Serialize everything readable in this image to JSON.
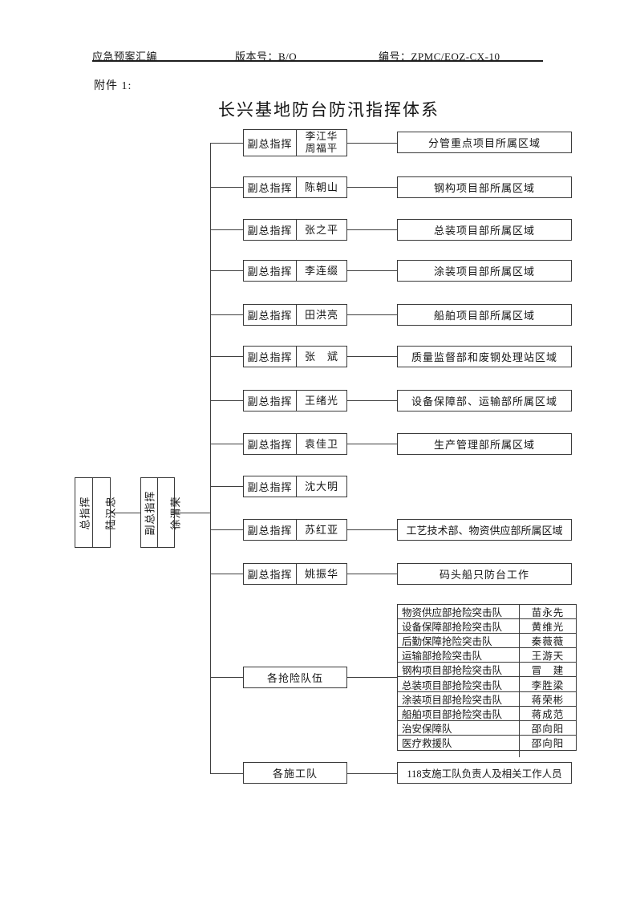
{
  "header": {
    "left": "应急预案汇编",
    "center": "版本号：B/O",
    "right": "编号：ZPMC/EOZ-CX-10"
  },
  "attachment_label": "附件 1:",
  "title": "长兴基地防台防汛指挥体系",
  "leaders": {
    "chief_role": "总指挥",
    "chief_name": "陆汉忠",
    "deputy_role": "副总指挥",
    "deputy_name": "徐渭荣"
  },
  "deputies": [
    {
      "role": "副总指挥",
      "name": "李江华\n周福平",
      "region": "分管重点项目所属区域"
    },
    {
      "role": "副总指挥",
      "name": "陈朝山",
      "region": "钢构项目部所属区域"
    },
    {
      "role": "副总指挥",
      "name": "张之平",
      "region": "总装项目部所属区域"
    },
    {
      "role": "副总指挥",
      "name": "李连缀",
      "region": "涂装项目部所属区域"
    },
    {
      "role": "副总指挥",
      "name": "田洪亮",
      "region": "船舶项目部所属区域"
    },
    {
      "role": "副总指挥",
      "name": "张　斌",
      "region": "质量监督部和废钢处理站区域"
    },
    {
      "role": "副总指挥",
      "name": "王绪光",
      "region": "设备保障部、运输部所属区域"
    },
    {
      "role": "副总指挥",
      "name": "袁佳卫",
      "region": "生产管理部所属区域"
    },
    {
      "role": "副总指挥",
      "name": "沈大明",
      "region": ""
    },
    {
      "role": "副总指挥",
      "name": "苏红亚",
      "region": "工艺技术部、物资供应部所属区域"
    },
    {
      "role": "副总指挥",
      "name": "姚振华",
      "region": "码头船只防台工作"
    }
  ],
  "rescue_teams": {
    "label": "各抢险队伍",
    "rows": [
      {
        "team": "物资供应部抢险突击队",
        "leader": "苗永先"
      },
      {
        "team": "设备保障部抢险突击队",
        "leader": "黄维光"
      },
      {
        "team": "后勤保障抢险突击队",
        "leader": "秦薇薇"
      },
      {
        "team": "运输部抢险突击队",
        "leader": "王游天"
      },
      {
        "team": "钢构项目部抢险突击队",
        "leader": "冒　建"
      },
      {
        "team": "总装项目部抢险突击队",
        "leader": "李胜梁"
      },
      {
        "team": "涂装项目部抢险突击队",
        "leader": "蒋荣彬"
      },
      {
        "team": "船舶项目部抢险突击队",
        "leader": "蒋成范"
      },
      {
        "team": "治安保障队",
        "leader": "邵向阳"
      },
      {
        "team": "医疗救援队",
        "leader": "邵向阳"
      }
    ]
  },
  "construction": {
    "label": "各施工队",
    "detail": "118支施工队负责人及相关工作人员"
  }
}
